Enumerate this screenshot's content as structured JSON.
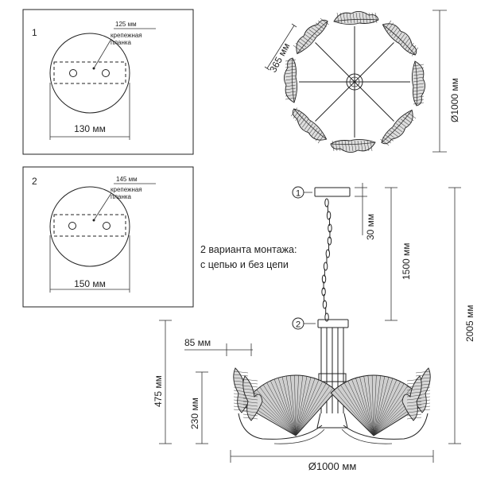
{
  "mount1": {
    "number": "1",
    "bracket_length": "125 мм",
    "bracket_label_1": "крепежная",
    "bracket_label_2": "планка",
    "width": "130 мм"
  },
  "mount2": {
    "number": "2",
    "bracket_length": "145 мм",
    "bracket_label_1": "крепежная",
    "bracket_label_2": "планка",
    "width": "150 мм"
  },
  "top_view": {
    "arm_length": "365 мм",
    "diameter": "Ø1000 мм"
  },
  "side_view": {
    "marker_1": "1",
    "marker_2": "2",
    "canopy_height": "30 мм",
    "chain_length": "1500 мм",
    "total_height": "2005 мм",
    "body_height": "475 мм",
    "top_offset": "85 мм",
    "shade_height": "230 мм",
    "diameter": "Ø1000 мм"
  },
  "mount_note": {
    "line1": "2 варианта монтажа:",
    "line2": "с цепью и без цепи"
  }
}
